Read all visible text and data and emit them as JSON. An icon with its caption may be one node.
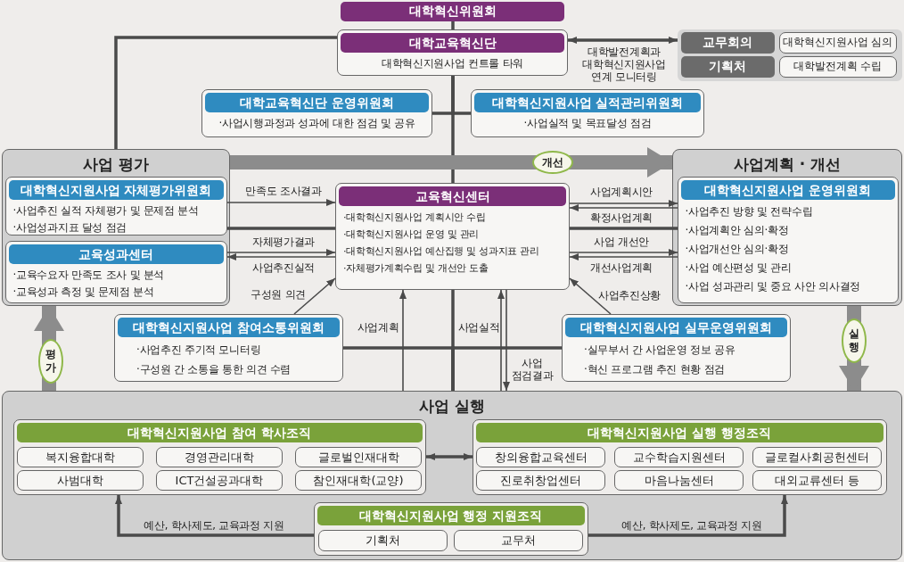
{
  "diagram": {
    "nodes": [
      {
        "text": [
          "대학혁신위원회"
        ]
      },
      {
        "text": [
          "대학교육혁신단",
          "대학혁신지원사업 컨트롤 타워"
        ]
      },
      {
        "text": [],
        "shape": "box"
      },
      {
        "text": [
          "교무회의"
        ],
        "in": 2
      },
      {
        "text": [
          "대학혁신지원사업 심의"
        ],
        "in": 2
      },
      {
        "text": [
          "기획처"
        ],
        "in": 2
      },
      {
        "text": [
          "대학발전계획 수립"
        ],
        "in": 2
      },
      {
        "text": [
          "대학교육혁신단 운영위원회",
          "·사업시행과정과 성과에 대한 점검 및 공유"
        ]
      },
      {
        "text": [
          "대학혁신지원사업 실적관리위원회",
          "·사업실적 및 목표달성 점검"
        ]
      },
      {
        "text": [
          "사업 평가"
        ]
      },
      {
        "text": [
          "대학혁신지원사업 자체평가위원회",
          "·사업추진 실적 자체평가 및 문제점 분석",
          "·사업성과지표 달성 점검"
        ],
        "in": 9
      },
      {
        "text": [
          "교육성과센터",
          "·교육수요자 만족도 조사 및 분석",
          "·교육성과 측정 및 문제점 분석"
        ],
        "in": 9
      },
      {
        "text": [
          "교육혁신센터",
          "·대학혁신지원사업 계획시안 수립",
          "·대학혁신지원사업 운영 및 관리",
          "·대학혁신지원사업 예산집행 및 성과지표 관리",
          "·자체평가계획수립 및 개선안 도출"
        ]
      },
      {
        "text": [
          "사업계획 · 개선"
        ]
      },
      {
        "text": [
          "대학혁신지원사업 운영위원회",
          "·사업추진 방향 및 전략수립",
          "·사업계획안 심의·확정",
          "·사업개선안 심의·확정",
          "·사업 예산편성 및 관리",
          "·사업 성과관리 및 중요 사안 의사결정"
        ],
        "in": 13
      },
      {
        "text": [
          "대학혁신지원사업 참여소통위원회",
          "·사업추진 주기적 모니터링",
          "·구성원 간 소통을 통한 의견 수렴"
        ]
      },
      {
        "text": [
          "대학혁신지원사업 실무운영위원회",
          "·실무부서 간 사업운영 정보 공유",
          "·혁신 프로그램 추진 현황 점검"
        ]
      },
      {
        "text": [
          "사업 실행"
        ]
      },
      {
        "text": [
          "대학혁신지원사업 참여 학사조직"
        ],
        "in": 17
      },
      {
        "text": [
          "복지융합대학"
        ],
        "in": 18
      },
      {
        "text": [
          "경영관리대학"
        ],
        "in": 18
      },
      {
        "text": [
          "글로벌인재대학"
        ],
        "in": 18
      },
      {
        "text": [
          "사범대학"
        ],
        "in": 18
      },
      {
        "text": [
          "ICT건설공과대학"
        ],
        "in": 18
      },
      {
        "text": [
          "참인재대학(교양)"
        ],
        "in": 18
      },
      {
        "text": [
          "대학혁신지원사업 실행 행정조직"
        ],
        "in": 17
      },
      {
        "text": [
          "창의융합교육센터"
        ],
        "in": 25
      },
      {
        "text": [
          "교수학습지원센터"
        ],
        "in": 25
      },
      {
        "text": [
          "글로컬사회공헌센터"
        ],
        "in": 25
      },
      {
        "text": [
          "진로취창업센터"
        ],
        "in": 25
      },
      {
        "text": [
          "마음나눔센터"
        ],
        "in": 25
      },
      {
        "text": [
          "대외교류센터 등"
        ],
        "in": 25
      },
      {
        "text": [
          "대학혁신지원사업 행정 지원조직"
        ],
        "in": 17
      },
      {
        "text": [
          "기획처"
        ],
        "in": 32
      },
      {
        "text": [
          "교무처"
        ],
        "in": 32
      }
    ],
    "edges": [
      {
        "from": 0,
        "to": 1,
        "arrow": "none"
      },
      {
        "from": 1,
        "to": 9,
        "arrow": "none"
      },
      {
        "from": 1,
        "to": 7,
        "arrow": "none"
      },
      {
        "from": 1,
        "to": 8,
        "arrow": "none"
      },
      {
        "from": 1,
        "to": 12,
        "arrow": "none"
      },
      {
        "from": 1,
        "to": 2,
        "arrow": "both",
        "label": "대학발전계획과 대학혁신지원사업 연계 모니터링"
      },
      {
        "from": 10,
        "to": 12,
        "arrow": "none"
      },
      {
        "from": 12,
        "to": 14,
        "arrow": "none"
      },
      {
        "from": 12,
        "to": 17,
        "arrow": "none"
      },
      {
        "from": 15,
        "to": 17,
        "arrow": "none"
      },
      {
        "from": 16,
        "to": 17,
        "arrow": "none"
      },
      {
        "from": 10,
        "to": 12,
        "arrow": "to",
        "label": "만족도 조사결과"
      },
      {
        "from": 11,
        "to": 12,
        "arrow": "to",
        "label": "자체평가결과"
      },
      {
        "from": 12,
        "to": 11,
        "arrow": "to",
        "label": "사업추진실적"
      },
      {
        "from": 12,
        "to": 14,
        "arrow": "to",
        "label": "사업계획시안"
      },
      {
        "from": 14,
        "to": 12,
        "arrow": "to",
        "label": "확정사업계획"
      },
      {
        "from": 12,
        "to": 14,
        "arrow": "to",
        "label": "사업 개선안"
      },
      {
        "from": 14,
        "to": 12,
        "arrow": "to",
        "label": "개선사업계획"
      },
      {
        "from": 15,
        "to": 12,
        "arrow": "to",
        "label": "구성원 의견"
      },
      {
        "from": 16,
        "to": 12,
        "arrow": "to",
        "label": "사업추진상황"
      },
      {
        "from": 17,
        "to": 12,
        "arrow": "to",
        "label": "사업계획"
      },
      {
        "from": 17,
        "to": 12,
        "arrow": "to",
        "label": "사업실적"
      },
      {
        "from": 12,
        "to": 17,
        "arrow": "to",
        "label": "사업 점검결과"
      },
      {
        "from": 18,
        "to": 25,
        "arrow": "both"
      },
      {
        "from": 32,
        "to": 18,
        "arrow": "to",
        "label": "예산, 학사제도, 교육과정 지원"
      },
      {
        "from": 32,
        "to": 25,
        "arrow": "to",
        "label": "예산, 학사제도, 교육과정 지원"
      },
      {
        "from": 9,
        "to": 13,
        "arrow": "to",
        "label": "개선",
        "style": "thick",
        "color": "#8c8c8c"
      },
      {
        "from": 13,
        "to": 17,
        "arrow": "to",
        "label": "실행",
        "style": "thick",
        "color": "#8c8c8c"
      },
      {
        "from": 17,
        "to": 9,
        "arrow": "to",
        "label": "평가",
        "style": "thick",
        "color": "#8c8c8c"
      }
    ]
  }
}
